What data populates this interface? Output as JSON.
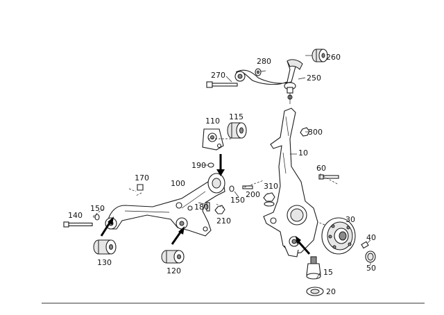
{
  "labels": {
    "p10": "10",
    "p15": "15",
    "p20": "20",
    "p30": "30",
    "p40": "40",
    "p50": "50",
    "p60": "60",
    "p100": "100",
    "p110": "110",
    "p115": "115",
    "p120": "120",
    "p130": "130",
    "p140": "140",
    "p150a": "150",
    "p150b": "150",
    "p170": "170",
    "p180": "180",
    "p190": "190",
    "p200": "200",
    "p210": "210",
    "p250": "250",
    "p260": "260",
    "p270": "270",
    "p280": "280",
    "p300": "300",
    "p310": "310"
  }
}
